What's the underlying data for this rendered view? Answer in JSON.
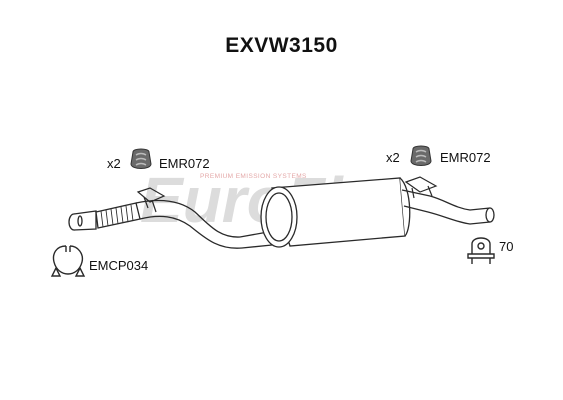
{
  "title": "EXVW3150",
  "watermark": {
    "brand": "EuroFlo",
    "tagline": "PREMIUM EMISSION SYSTEMS"
  },
  "parts": {
    "rubber_left": {
      "qty": "x2",
      "code": "EMR072",
      "icon": "rubber-mount-icon"
    },
    "rubber_right": {
      "qty": "x2",
      "code": "EMR072",
      "icon": "rubber-mount-icon"
    },
    "clamp": {
      "code": "EMCP034",
      "icon": "pipe-clamp-icon"
    },
    "ubolt": {
      "code": "70",
      "icon": "u-bolt-clamp-icon"
    }
  },
  "colors": {
    "line": "#2a2a2a",
    "watermark": "#d9d9d9",
    "watermark_accent": "#e9b7b7",
    "mount": "#666666"
  }
}
